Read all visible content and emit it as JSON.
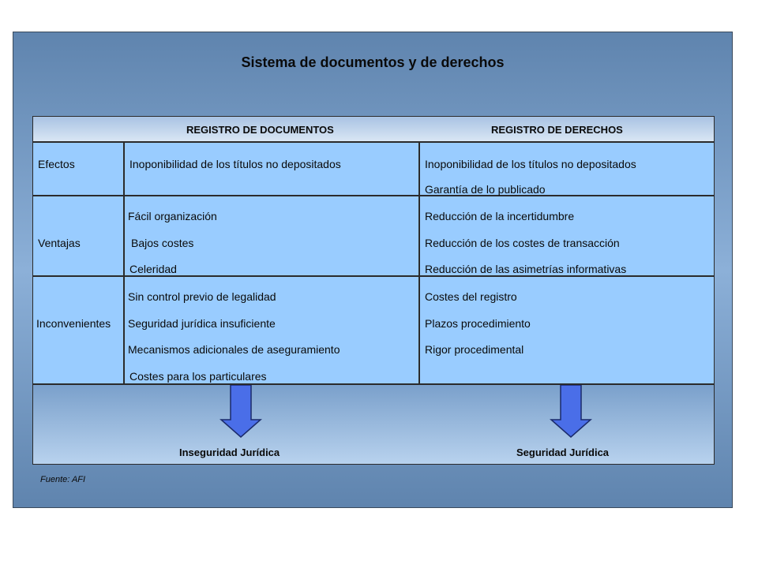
{
  "title": "Sistema de documentos y de derechos",
  "columns": {
    "documents": "REGISTRO DE DOCUMENTOS",
    "rights": "REGISTRO DE DERECHOS"
  },
  "rows": {
    "efectos": {
      "label": "Efectos",
      "documents": [
        "Inoponibilidad de los títulos no depositados"
      ],
      "rights": [
        "Inoponibilidad de los títulos no depositados",
        "Garantía de lo publicado"
      ]
    },
    "ventajas": {
      "label": "Ventajas",
      "documents": [
        "Fácil organización",
        "Bajos costes",
        "Celeridad"
      ],
      "rights": [
        "Reducción de la incertidumbre",
        "Reducción de los costes de transacción",
        "Reducción de las asimetrías informativas"
      ]
    },
    "inconvenientes": {
      "label": "Inconvenientes",
      "documents": [
        "Sin control previo de legalidad",
        "Seguridad jurídica insuficiente",
        "Mecanismos adicionales de aseguramiento",
        "Costes para los particulares"
      ],
      "rights": [
        "Costes del registro",
        "Plazos procedimiento",
        "Rigor procedimental"
      ]
    }
  },
  "conclusions": {
    "documents": "Inseguridad Jurídica",
    "rights": "Seguridad Jurídica"
  },
  "arrow_color": "#4a6ee8",
  "source": "Fuente: AFI"
}
